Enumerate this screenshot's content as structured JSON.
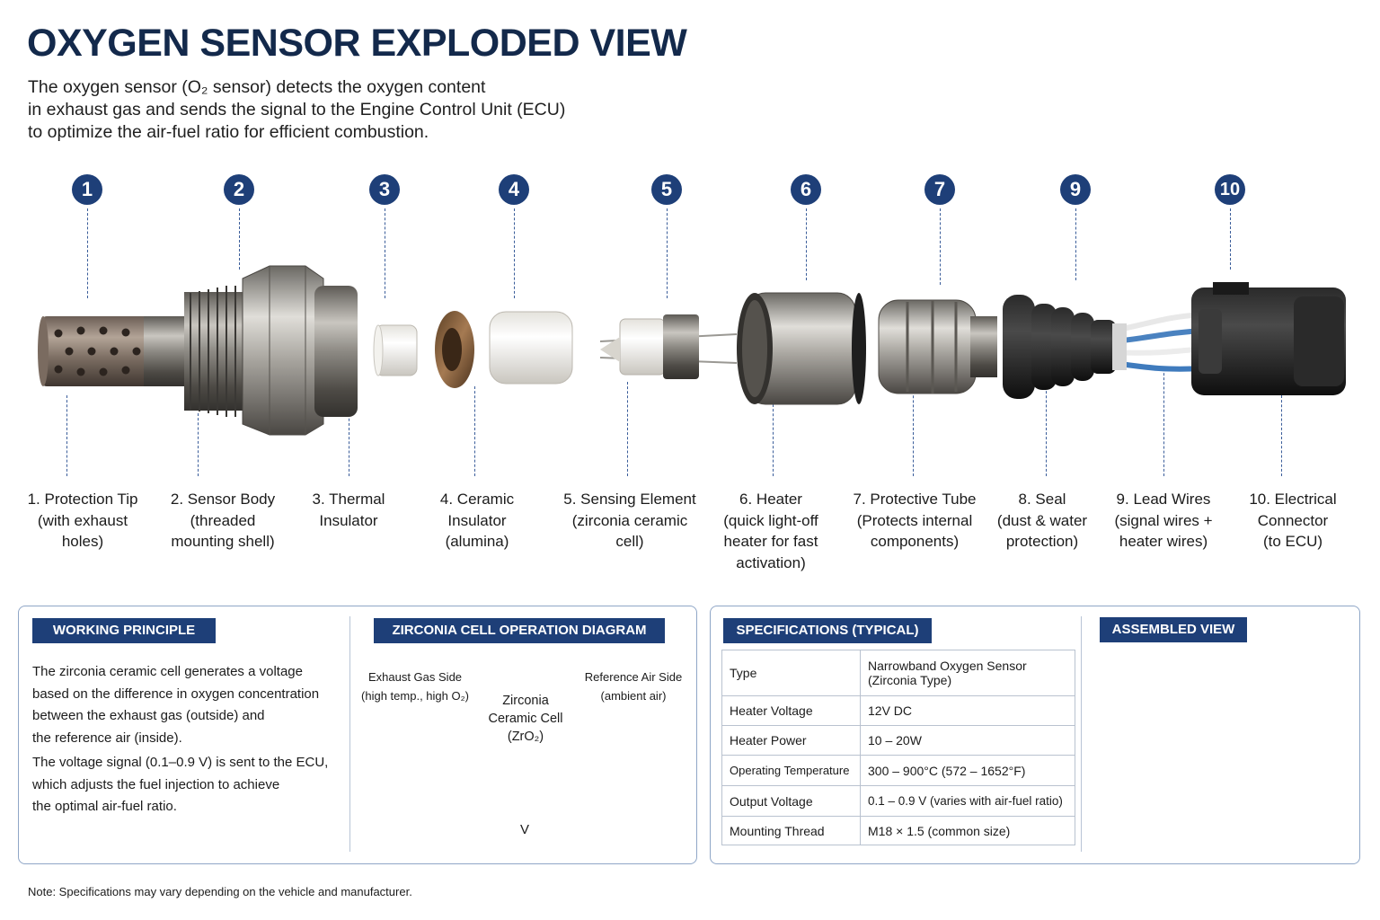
{
  "header": {
    "title": "OXYGEN SENSOR EXPLODED VIEW",
    "intro": [
      "The oxygen sensor (O₂ sensor) detects the oxygen content",
      "in exhaust gas and sends the signal to the Engine Control Unit (ECU)",
      "to optimize the air-fuel ratio for efficient combustion."
    ]
  },
  "parts": [
    {
      "num": "1",
      "lines": [
        "1. Protection Tip",
        "(with exhaust",
        "holes)"
      ]
    },
    {
      "num": "2",
      "lines": [
        "2. Sensor Body",
        "(threaded",
        "mounting shell)"
      ]
    },
    {
      "num": "3",
      "lines": [
        "3. Thermal",
        "Insulator"
      ]
    },
    {
      "num": "4",
      "lines": [
        "4. Ceramic",
        "Insulator",
        "(alumina)"
      ]
    },
    {
      "num": "5",
      "lines": [
        "5. Sensing Element",
        "(zirconia ceramic",
        "cell)"
      ]
    },
    {
      "num": "6",
      "lines": [
        "6. Heater",
        "(quick light-off",
        "heater for fast",
        "activation)"
      ]
    },
    {
      "num": "7",
      "lines": [
        "7. Protective Tube",
        "(Protects internal",
        "components)"
      ]
    },
    {
      "num": "9",
      "lines": [
        "8. Seal",
        "(dust & water",
        "protection)"
      ]
    },
    {
      "num": "10",
      "lines": [
        "9. Lead Wires",
        "(signal wires +",
        "heater wires)"
      ]
    },
    {
      "num": "",
      "lines": [
        "10. Electrical",
        "Connector",
        "(to ECU)"
      ]
    }
  ],
  "working_principle": {
    "title": "WORKING PRINCIPLE",
    "lines": [
      "The zirconia ceramic cell generates a voltage",
      "based on the difference in oxygen concentration",
      "between the exhaust gas (outside) and",
      "the reference air (inside).",
      "The voltage signal (0.1–0.9 V) is sent to the ECU,",
      "which adjusts the fuel injection to achieve",
      "the optimal air-fuel ratio."
    ]
  },
  "zirconia_diagram": {
    "title": "ZIRCONIA CELL OPERATION DIAGRAM",
    "left_label": [
      "Exhaust Gas Side",
      "(high temp., high O₂)"
    ],
    "right_label": [
      "Reference Air Side",
      "(ambient air)"
    ],
    "cell_label": [
      "Zirconia",
      "Ceramic Cell",
      "(ZrO₂)"
    ],
    "meter_symbol": "V",
    "colors": {
      "exhaust_arrow": "#f2a35e",
      "air_arrow": "#5f9fd8"
    }
  },
  "specifications": {
    "title": "SPECIFICATIONS (TYPICAL)",
    "rows": [
      {
        "key": "Type",
        "value": "Narrowband Oxygen Sensor (Zirconia Type)"
      },
      {
        "key": "Heater Voltage",
        "value": "12V DC"
      },
      {
        "key": "Heater Power",
        "value": "10 – 20W"
      },
      {
        "key": "Operating Temperature",
        "value": "300 – 900°C (572 – 1652°F)"
      },
      {
        "key": "Output Voltage",
        "value": "0.1 – 0.9 V (varies with air-fuel ratio)"
      },
      {
        "key": "Mounting Thread",
        "value": "M18 × 1.5 (common size)"
      }
    ]
  },
  "assembled_view": {
    "title": "ASSEMBLED VIEW"
  },
  "footnote": "Note: Specifications may vary depending on the vehicle and manufacturer.",
  "colors": {
    "brand_navy": "#1e3f78",
    "title_navy": "#13294b",
    "panel_border": "#8fa6c7"
  }
}
